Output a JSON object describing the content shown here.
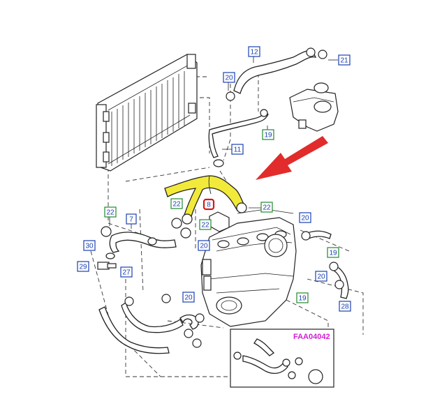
{
  "diagram": {
    "reference_code": "FAA04042",
    "highlight_color": "#f2ea3a",
    "arrow_color": "#e22b2b",
    "callout_blue": "#1a3fb0",
    "callout_green": "#1f8a2a",
    "callout_highlight_border": "#d11a1a",
    "callouts": [
      {
        "label": "12",
        "style": "blue"
      },
      {
        "label": "21",
        "style": "blue"
      },
      {
        "label": "20",
        "style": "blue"
      },
      {
        "label": "19",
        "style": "green"
      },
      {
        "label": "11",
        "style": "blue"
      },
      {
        "label": "22",
        "style": "green"
      },
      {
        "label": "8",
        "style": "highlight"
      },
      {
        "label": "22",
        "style": "green"
      },
      {
        "label": "22",
        "style": "green"
      },
      {
        "label": "7",
        "style": "blue"
      },
      {
        "label": "22",
        "style": "green"
      },
      {
        "label": "20",
        "style": "blue"
      },
      {
        "label": "30",
        "style": "blue"
      },
      {
        "label": "20",
        "style": "blue"
      },
      {
        "label": "29",
        "style": "blue"
      },
      {
        "label": "27",
        "style": "blue"
      },
      {
        "label": "19",
        "style": "green"
      },
      {
        "label": "20",
        "style": "blue"
      },
      {
        "label": "20",
        "style": "blue"
      },
      {
        "label": "19",
        "style": "green"
      },
      {
        "label": "28",
        "style": "blue"
      }
    ]
  }
}
